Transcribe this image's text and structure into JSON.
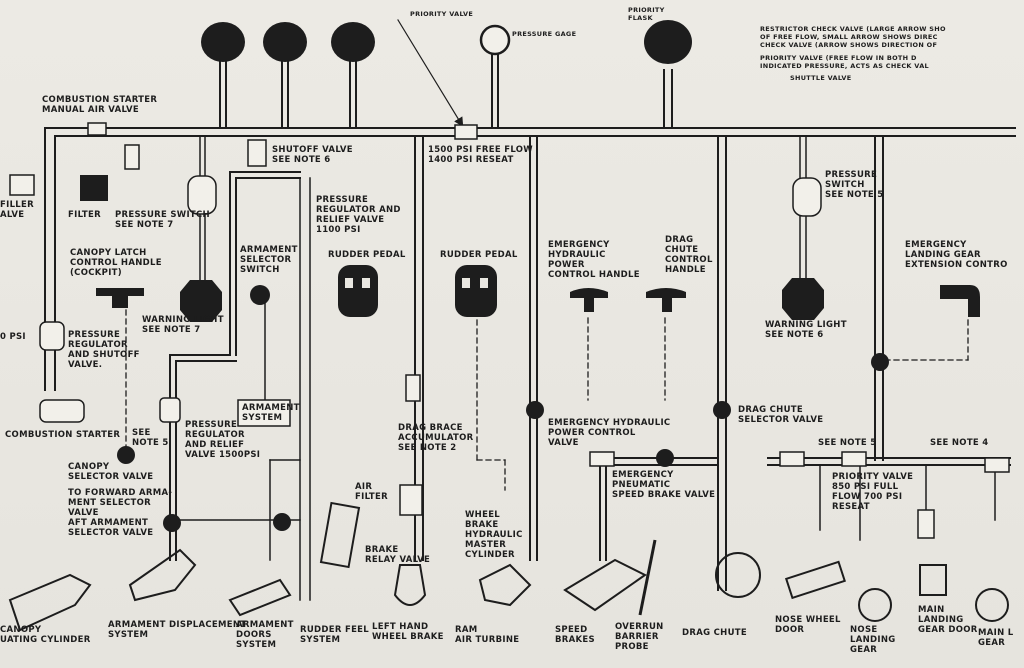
{
  "labels": {
    "priority_valve": "PRIORITY VALVE",
    "pressure_gage": "PRESSURE GAGE",
    "priority_flask": "PRIORITY\nFLASK",
    "legend_restrictor": "RESTRICTOR CHECK VALVE (LARGE ARROW SHO\nOF FREE FLOW, SMALL ARROW SHOWS DIREC\nCHECK VALVE (ARROW SHOWS DIRECTION OF",
    "legend_priority": "PRIORITY VALVE (FREE FLOW IN BOTH D\nINDICATED PRESSURE, ACTS AS CHECK VAL",
    "legend_shuttle": "SHUTTLE VALVE",
    "combustion_starter_air": "COMBUSTION STARTER\nMANUAL AIR VALVE",
    "shutoff_valve": "SHUTOFF VALVE\nSEE NOTE 6",
    "free_flow": "1500 PSI FREE FLOW\n1400 PSI RESEAT",
    "pressure_switch_right": "PRESSURE\nSWITCH\nSEE NOTE 5",
    "filler_valve": "FILLER\nALVE",
    "filter": "FILTER",
    "pressure_switch_left": "PRESSURE SWITCH\nSEE NOTE 7",
    "pressure_regulator_top": "PRESSURE\nREGULATOR AND\nRELIEF VALVE\n1100 PSI",
    "armament_selector": "ARMAMENT\nSELECTOR\nSWITCH",
    "rudder_pedal_1": "RUDDER PEDAL",
    "rudder_pedal_2": "RUDDER PEDAL",
    "emergency_hydraulic_handle": "EMERGENCY\nHYDRAULIC\nPOWER\nCONTROL HANDLE",
    "drag_chute_handle": "DRAG\nCHUTE\nCONTROL\nHANDLE",
    "emergency_landing_gear": "EMERGENCY\nLANDING GEAR\nEXTENSION CONTRO",
    "canopy_latch": "CANOPY LATCH\nCONTROL HANDLE\n(COCKPIT)",
    "warning_light_left": "WARNING LIGHT\nSEE NOTE 7",
    "warning_light_right": "WARNING LIGHT\nSEE NOTE 6",
    "psi_left": "0 PSI",
    "pressure_regulator_shutoff": "PRESSURE\nREGULATOR\nAND SHUTOFF\nVALVE.",
    "armament_system": "ARMAMENT\nSYSTEM",
    "drag_brace": "DRAG BRACE\nACCUMULATOR\nSEE NOTE 2",
    "combustion_starter": "COMBUSTION STARTER",
    "see_note_5_left": "SEE\nNOTE 5",
    "pressure_regulator_1500": "PRESSURE\nREGULATOR\nAND RELIEF\nVALVE 1500PSI",
    "emergency_power_valve": "EMERGENCY HYDRAULIC\nPOWER CONTROL\nVALVE",
    "drag_chute_selector": "DRAG CHUTE\nSELECTOR VALVE",
    "see_note_5_right": "SEE NOTE 5",
    "see_note_4": "SEE NOTE 4",
    "canopy_selector": "CANOPY\nSELECTOR VALVE",
    "forward_armament": "TO FORWARD ARMA-\nMENT SELECTOR\nVALVE",
    "emergency_pneumatic": "EMERGENCY\nPNEUMATIC\nSPEED BRAKE VALVE",
    "priority_valve_850": "PRIORITY VALVE\n850 PSI FULL\nFLOW 700 PSI\nRESEAT",
    "air_filter": "AIR\nFILTER",
    "aft_armament": "AFT ARMAMENT\nSELECTOR VALVE",
    "wheel_brake_cylinder": "WHEEL\nBRAKE\nHYDRAULIC\nMASTER\nCYLINDER",
    "brake_relay": "BRAKE\nRELAY VALVE",
    "canopy_cyl": "CANOPY\nUATING CYLINDER",
    "armament_displacement": "ARMAMENT DISPLACEMENT\nSYSTEM",
    "armament_doors": "ARMAMENT\nDOORS\nSYSTEM",
    "rudder_feel": "RUDDER FEEL\nSYSTEM",
    "left_hand_brake": "LEFT HAND\nWHEEL BRAKE",
    "ram_air_turbine": "RAM\nAIR TURBINE",
    "speed_brakes": "SPEED\nBRAKES",
    "overrun_barrier": "OVERRUN\nBARRIER\nPROBE",
    "drag_chute": "DRAG CHUTE",
    "nose_wheel_door": "NOSE WHEEL\nDOOR",
    "nose_landing_gear": "NOSE\nLANDING\nGEAR",
    "main_gear_door": "MAIN\nLANDING\nGEAR DOOR",
    "main_gear": "MAIN L\nGEAR"
  }
}
